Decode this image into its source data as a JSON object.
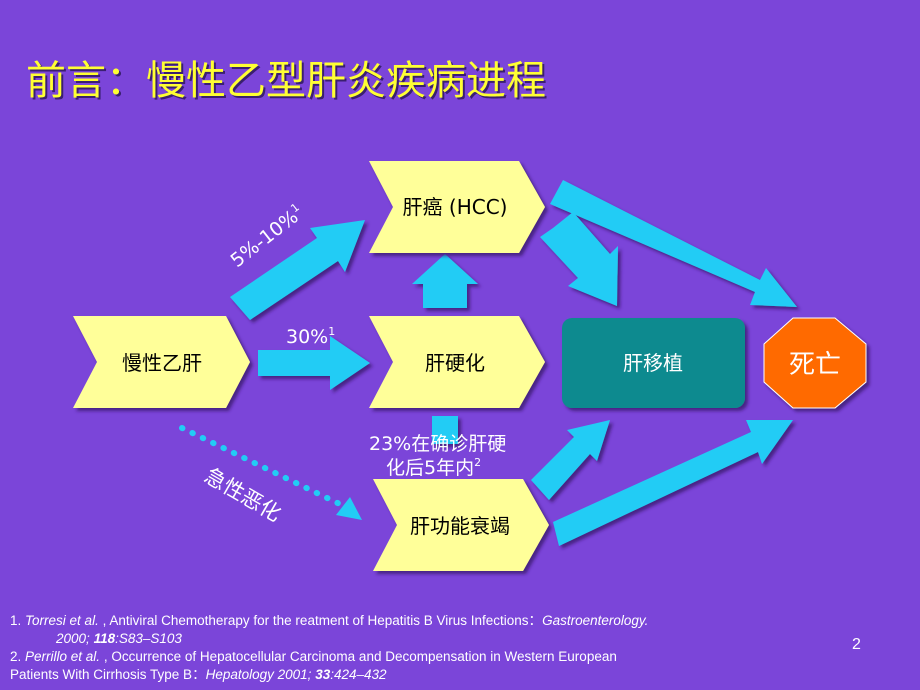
{
  "title": "前言：慢性乙型肝炎疾病进程",
  "nodes": {
    "chronic": "慢性乙肝",
    "hcc": "肝癌 (HCC)",
    "cirrhosis": "肝硬化",
    "failure": "肝功能衰竭",
    "transplant": "肝移植",
    "death": "死亡"
  },
  "labels": {
    "to_hcc": "5%-10%",
    "to_hcc_sup": "1",
    "to_cirrhosis": "30%",
    "to_cirrhosis_sup": "1",
    "decomp_line1": "23%在确诊肝硬",
    "decomp_line2": "化后5年内",
    "decomp_sup": "2",
    "acute": "急性恶化"
  },
  "colors": {
    "background": "#7b45d9",
    "node_fill": "#ffff99",
    "arrow": "#22ccf5",
    "transplant": "#0f8a8f",
    "death": "#ff6a00",
    "title": "#ffff33"
  },
  "references": {
    "r1_num": "1.",
    "r1_author": "Torresi et al.",
    "r1_sep": " ,",
    "r1_title": " Antiviral Chemotherapy for the reatment of Hepatitis B Virus Infections：",
    "r1_journal": "Gastroenterology.",
    "r1_year": "2000;",
    "r1_vol": "118",
    "r1_pages": ":S83–S103",
    "r2_num": "2.",
    "r2_author": "Perrillo et al.",
    "r2_sep": " ,",
    "r2_title1": " Occurrence of Hepatocellular Carcinoma and Decompensation in Western European",
    "r2_title2": "Patients With Cirrhosis Type B：",
    "r2_journal": "Hepatology 2001;",
    "r2_vol": "33",
    "r2_pages": ":424–432"
  },
  "page_number": "2"
}
